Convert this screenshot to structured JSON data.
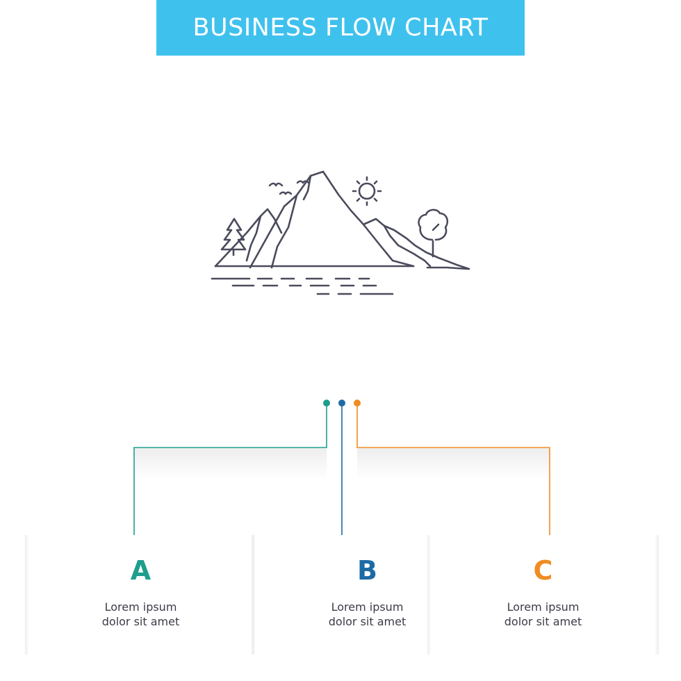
{
  "title": "BUSINESS FLOW CHART",
  "icon": "mountain-landscape-icon",
  "colors": {
    "banner": "#3fc1ee",
    "icon_stroke": "#4a4b5c",
    "a": "#1e9e8c",
    "b": "#1d6aa5",
    "c": "#f08c23",
    "text": "#3b3c48"
  },
  "steps": [
    {
      "letter": "A",
      "line1": "Lorem ipsum",
      "line2": "dolor sit amet"
    },
    {
      "letter": "B",
      "line1": "Lorem ipsum",
      "line2": "dolor sit amet"
    },
    {
      "letter": "C",
      "line1": "Lorem ipsum",
      "line2": "dolor sit amet"
    }
  ]
}
